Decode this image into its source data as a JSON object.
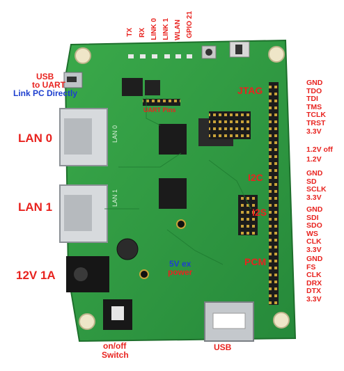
{
  "top_labels": [
    "TX",
    "RX",
    "LINK 0",
    "LINK 1",
    "WLAN",
    "GPIO 21"
  ],
  "left": {
    "usb_uart_1": "USB",
    "usb_uart_2": "to UART",
    "link_pc": "Link PC Directly",
    "lan0": "LAN 0",
    "lan1": "LAN 1",
    "power": "12V 1A"
  },
  "board": {
    "uart_pins": "UART Pins",
    "jtag": "JTAG",
    "i2c": "I2C",
    "i2s": "I2S",
    "pcm": "PCM",
    "power_ex_1": "5V ex",
    "power_ex_2": "power",
    "silk_lan0": "LAN 0",
    "silk_lan1": "LAN 1"
  },
  "bottom": {
    "switch_1": "on/off",
    "switch_2": "Switch",
    "usb": "USB"
  },
  "right_pins": {
    "jtag": [
      "GND",
      "TDO",
      "TDI",
      "TMS",
      "TCLK",
      "TRST",
      "3.3V"
    ],
    "voltage": [
      "1.2V off",
      "1.2V"
    ],
    "i2c": [
      "GND",
      "SD",
      "SCLK",
      "3.3V"
    ],
    "i2s": [
      "GND",
      "SDI",
      "SDO",
      "WS",
      "CLK",
      "3.3V"
    ],
    "pcm": [
      "GND",
      "FS",
      "CLK",
      "DRX",
      "DTX",
      "3.3V"
    ]
  },
  "colors": {
    "pcb": "#2f9a3e",
    "label_red": "#e8231f",
    "label_blue": "#1d3fcf"
  }
}
